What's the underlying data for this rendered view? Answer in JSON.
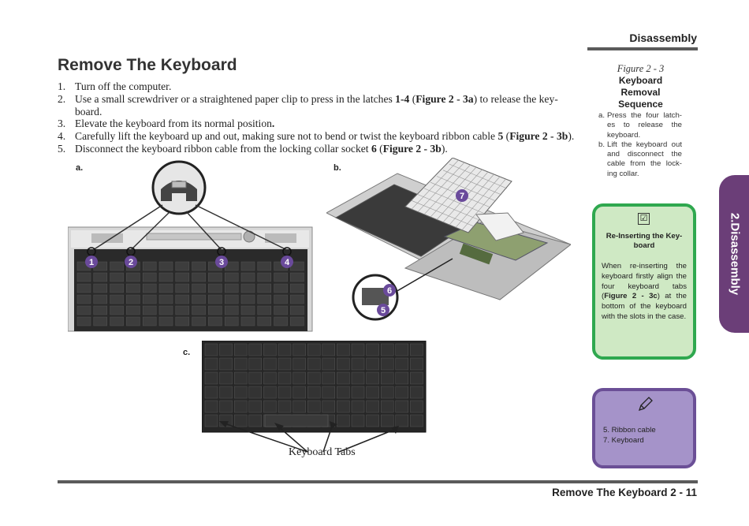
{
  "header": {
    "section": "Disassembly"
  },
  "page": {
    "title": "Remove The Keyboard"
  },
  "steps": [
    {
      "num": "1.",
      "parts": [
        {
          "t": "Turn off the computer."
        }
      ]
    },
    {
      "num": "2.",
      "parts": [
        {
          "t": "Use a small screwdriver or a straightened paper clip to press in the latches "
        },
        {
          "t": "1-4",
          "b": true
        },
        {
          "t": " ("
        },
        {
          "t": "Figure 2 - 3a",
          "b": true
        },
        {
          "t": ") to release the key-board."
        }
      ]
    },
    {
      "num": "3.",
      "parts": [
        {
          "t": "Elevate the keyboard from its normal position"
        },
        {
          "t": ".",
          "b": true
        }
      ]
    },
    {
      "num": "4.",
      "parts": [
        {
          "t": "Carefully lift the keyboard up and out, making sure not to bend or twist the keyboard ribbon cable "
        },
        {
          "t": "5",
          "b": true
        },
        {
          "t": " ("
        },
        {
          "t": "Figure 2 - 3b",
          "b": true
        },
        {
          "t": ")."
        }
      ]
    },
    {
      "num": "5.",
      "parts": [
        {
          "t": "Disconnect the keyboard ribbon cable from the locking collar socket "
        },
        {
          "t": "6",
          "b": true
        },
        {
          "t": " ("
        },
        {
          "t": "Figure 2 - 3b",
          "b": true
        },
        {
          "t": ")."
        }
      ]
    }
  ],
  "figures": {
    "a_label": "a.",
    "b_label": "b.",
    "c_label": "c.",
    "keyboard_tabs_label": "Keyboard Tabs",
    "callouts_a": [
      "1",
      "2",
      "3",
      "4"
    ],
    "callouts_b": [
      "7",
      "6",
      "5"
    ]
  },
  "sidebar": {
    "figure_caption": "Figure 2 - 3",
    "figure_title_lines": [
      "Keyboard",
      "Removal",
      "Sequence"
    ],
    "items": [
      {
        "label": "a.",
        "text": "Press the four latch-es to release the keyboard."
      },
      {
        "label": "b.",
        "text": "Lift the keyboard out and disconnect the cable from the lock-ing collar."
      }
    ]
  },
  "note_green": {
    "check_icon": "☑",
    "title": "Re-Inserting the Key-board",
    "text_parts": [
      {
        "t": "When re-inserting the keyboard firstly align the four keyboard tabs ("
      },
      {
        "t": "Figure 2 - 3c",
        "b": true
      },
      {
        "t": ") at the bottom of the keyboard with the slots in the case."
      }
    ]
  },
  "note_purple": {
    "icon": "pen-icon",
    "items": [
      "5.  Ribbon cable",
      "7.  Keyboard"
    ]
  },
  "side_tab": {
    "label": "2.Disassembly"
  },
  "footer": {
    "label": "Remove The Keyboard  2  -  11"
  },
  "colors": {
    "callout_purple": "#6a4a9b",
    "green_border": "#2fa84f",
    "green_fill": "#cfe9c4",
    "purple_border": "#6b4f96",
    "purple_fill": "#a593c9",
    "tab_purple": "#6b3e78"
  }
}
